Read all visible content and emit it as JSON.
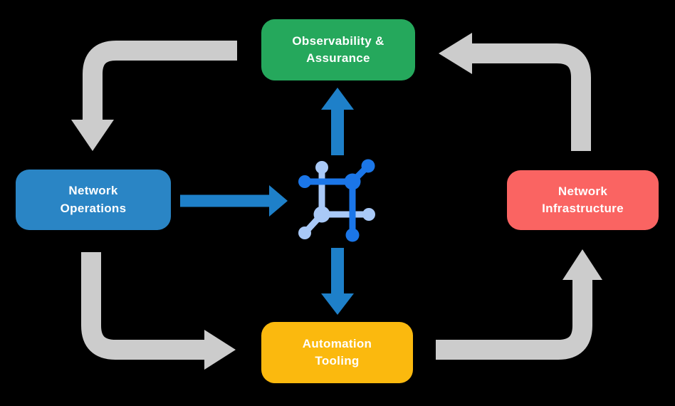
{
  "colors": {
    "background": "#000000",
    "node-green": "#25A85C",
    "node-blue": "#2A85C5",
    "node-red": "#FA6462",
    "node-yellow": "#FBB90E",
    "arrow-gray": "#CCCCCC",
    "arrow-blue": "#1E80C9",
    "icon-dark-blue": "#1B76E8",
    "icon-light-blue": "#A9C9F7",
    "text": "#FFFFFF"
  },
  "diagram": {
    "nodes": {
      "observability": {
        "lines": [
          "Observability &",
          "Assurance"
        ]
      },
      "operations": {
        "lines": [
          "Network",
          "Operations"
        ]
      },
      "infrastructure": {
        "lines": [
          "Network",
          "Infrastructure"
        ]
      },
      "automation": {
        "lines": [
          "Automation",
          "Tooling"
        ]
      }
    },
    "center_icon": "network-mesh-icon",
    "flows": [
      {
        "from": "Observability & Assurance",
        "to": "Network Operations",
        "style": "gray-elbow"
      },
      {
        "from": "Network Operations",
        "to": "Automation Tooling",
        "style": "gray-elbow"
      },
      {
        "from": "Automation Tooling",
        "to": "Network Infrastructure",
        "style": "gray-elbow"
      },
      {
        "from": "Network Infrastructure",
        "to": "Observability & Assurance",
        "style": "gray-elbow"
      },
      {
        "from": "Network Operations",
        "to": "network-mesh-icon",
        "style": "blue-straight"
      },
      {
        "from": "network-mesh-icon",
        "to": "Observability & Assurance",
        "style": "blue-straight"
      },
      {
        "from": "network-mesh-icon",
        "to": "Automation Tooling",
        "style": "blue-straight"
      }
    ]
  }
}
